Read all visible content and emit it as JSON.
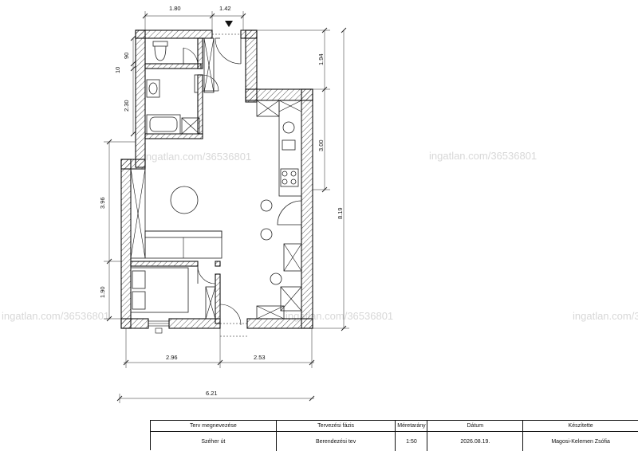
{
  "dimensions": {
    "top_left": "1.80",
    "top_right": "1.42",
    "left_90": "90",
    "left_10": "10",
    "left_230": "2.30",
    "left_396": "3.96",
    "left_190": "1.90",
    "right_194": "1.94",
    "right_300": "3.00",
    "right_819": "8.19",
    "bottom_296": "2.96",
    "bottom_253": "2.53",
    "bottom_621": "6.21"
  },
  "watermark": "ingatlan.com/36536801",
  "title_block": {
    "headers": [
      "Terv megnevezése",
      "Tervezési fázis",
      "Méretarány",
      "Dátum",
      "Készítette"
    ],
    "values": [
      "Széher út",
      "Berendezési tev",
      "1:50",
      "2026.08.19.",
      "Magosi-Kelemen Zsófia"
    ]
  },
  "colors": {
    "line": "#111111",
    "watermark": "#d8d8d8"
  }
}
